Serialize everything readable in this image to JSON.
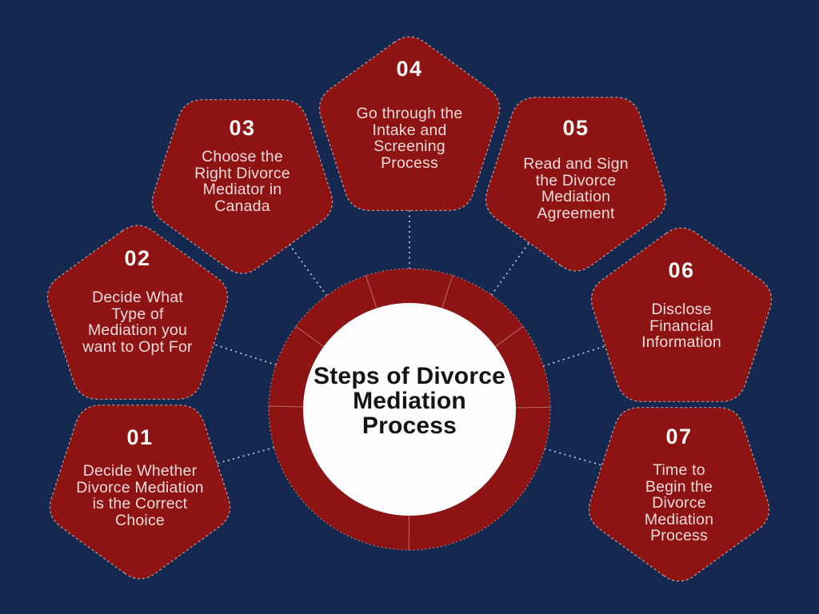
{
  "title": "Steps of Divorce\nMediation\nProcess",
  "steps": [
    {
      "number": "01",
      "text": "Decide Whether\nDivorce Mediation\nis the Correct\nChoice"
    },
    {
      "number": "02",
      "text": "Decide What\nType of\nMediation you\nwant to Opt For"
    },
    {
      "number": "03",
      "text": "Choose the\nRight Divorce\nMediator in\nCanada"
    },
    {
      "number": "04",
      "text": "Go through the\nIntake and\nScreening\nProcess"
    },
    {
      "number": "05",
      "text": "Read and Sign\nthe Divorce\nMediation\nAgreement"
    },
    {
      "number": "06",
      "text": "Disclose\nFinancial\nInformation"
    },
    {
      "number": "07",
      "text": "Time to\nBegin the\nDivorce\nMediation\nProcess"
    }
  ],
  "colors": {
    "background": "#142850",
    "shape": "#8E1313",
    "circle": "#FDFDFD",
    "title_text": "#141414",
    "number_text": "#FCF8F8",
    "label_text": "#F1DBDB",
    "connector": "#E3E9F2"
  }
}
